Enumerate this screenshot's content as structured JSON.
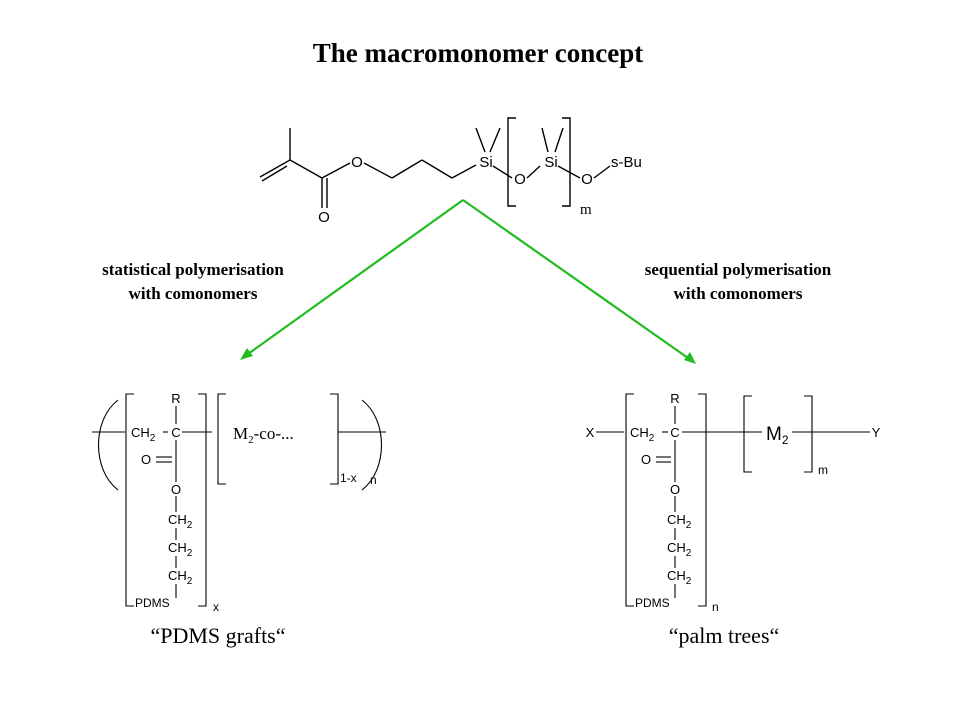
{
  "title": "The macromonomer concept",
  "monomer": {
    "atom_o1": "O",
    "atom_o2": "O",
    "atom_o3": "O",
    "atom_o4": "O",
    "atom_si1": "Si",
    "atom_si2": "Si",
    "end_group": "s-Bu",
    "repeat_index": "m"
  },
  "left_route": {
    "line1": "statistical polymerisation",
    "line2": "with comonomers"
  },
  "right_route": {
    "line1": "sequential polymerisation",
    "line2": "with comonomers"
  },
  "left_structure": {
    "r": "R",
    "ch2_main": "CH",
    "sub2": "2",
    "c": "C",
    "o_carbonyl": "O",
    "o_ester": "O",
    "ch2": "CH",
    "pdms": "PDMS",
    "idx_x": "x",
    "comonomer_m": "M",
    "comonomer_sub": "2",
    "comonomer_rest": "-co-...",
    "idx_1x": "1-x",
    "idx_n": "n",
    "caption": "“PDMS grafts“"
  },
  "right_structure": {
    "x_end": "X",
    "r": "R",
    "ch2_main": "CH",
    "sub2": "2",
    "c": "C",
    "o_carbonyl": "O",
    "o_ester": "O",
    "ch2": "CH",
    "pdms": "PDMS",
    "idx_n": "n",
    "block_m": "M",
    "block_sub": "2",
    "idx_m": "m",
    "y_end": "Y",
    "caption": "“palm trees“"
  },
  "colors": {
    "arrow": "#22bb22",
    "ink": "#000000",
    "background": "#ffffff"
  }
}
